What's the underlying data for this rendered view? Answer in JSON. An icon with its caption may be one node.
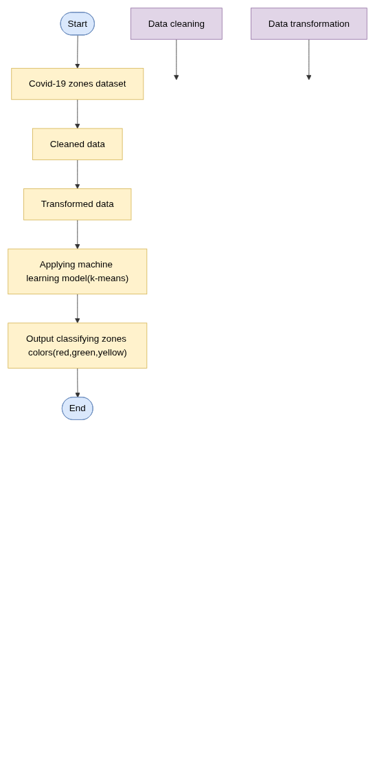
{
  "diagram": {
    "nodes": [
      {
        "text": [
          "Start"
        ]
      },
      {
        "text": [
          "Covid-19 zones dataset"
        ]
      },
      {
        "text": [
          "Data cleaning"
        ]
      },
      {
        "text": [
          "Cleaned data"
        ]
      },
      {
        "text": [
          "Data transformation"
        ]
      },
      {
        "text": [
          "Transformed data"
        ]
      },
      {
        "text": [
          "Applying machine learning model(k-means)"
        ]
      },
      {
        "text": [
          "Output classifying zones colors(red,green,yellow)"
        ]
      },
      {
        "text": [
          "End"
        ]
      }
    ],
    "edges": [
      {
        "from": 0,
        "to": 1,
        "arrow": "to"
      },
      {
        "from": 1,
        "to": 3,
        "arrow": "to"
      },
      {
        "from": 2,
        "to": null,
        "arrow": "to"
      },
      {
        "from": 3,
        "to": 5,
        "arrow": "to"
      },
      {
        "from": 4,
        "to": null,
        "arrow": "to"
      },
      {
        "from": 5,
        "to": 6,
        "arrow": "to"
      },
      {
        "from": 6,
        "to": 7,
        "arrow": "to"
      },
      {
        "from": 7,
        "to": 8,
        "arrow": "to"
      }
    ]
  }
}
